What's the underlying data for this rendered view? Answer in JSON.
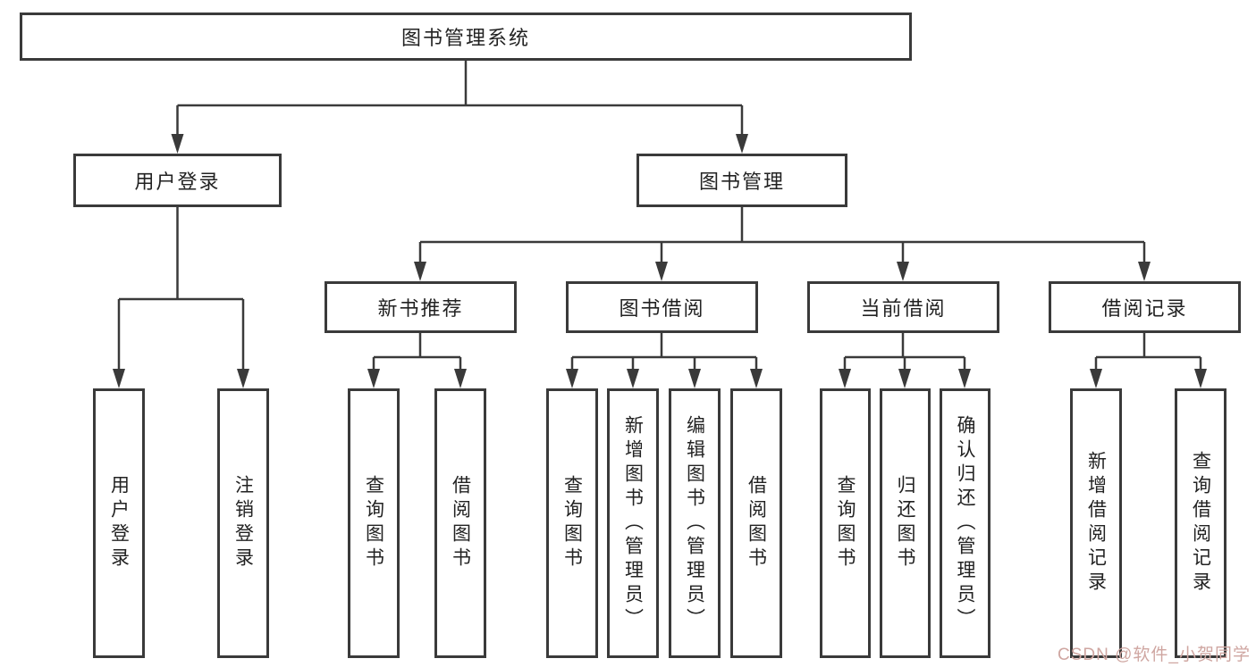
{
  "tree": {
    "root": "图书管理系统",
    "children": [
      {
        "label": "用户登录",
        "children": [
          "用户登录",
          "注销登录"
        ]
      },
      {
        "label": "图书管理",
        "children": [
          {
            "label": "新书推荐",
            "children": [
              "查询图书",
              "借阅图书"
            ]
          },
          {
            "label": "图书借阅",
            "children": [
              "查询图书",
              "新增图书（管理员）",
              "编辑图书（管理员）",
              "借阅图书"
            ]
          },
          {
            "label": "当前借阅",
            "children": [
              "查询图书",
              "归还图书",
              "确认归还（管理员）"
            ]
          },
          {
            "label": "借阅记录",
            "children": [
              "新增借阅记录",
              "查询借阅记录"
            ]
          }
        ]
      }
    ]
  },
  "watermark": {
    "text": "CSDN @软件_小贺同学"
  },
  "colors": {
    "box_border": "#3a3a3a",
    "connector_line": "#3a3a3a",
    "text": "#222222",
    "watermark_text": "#cfa6a1",
    "background": "#ffffff"
  }
}
